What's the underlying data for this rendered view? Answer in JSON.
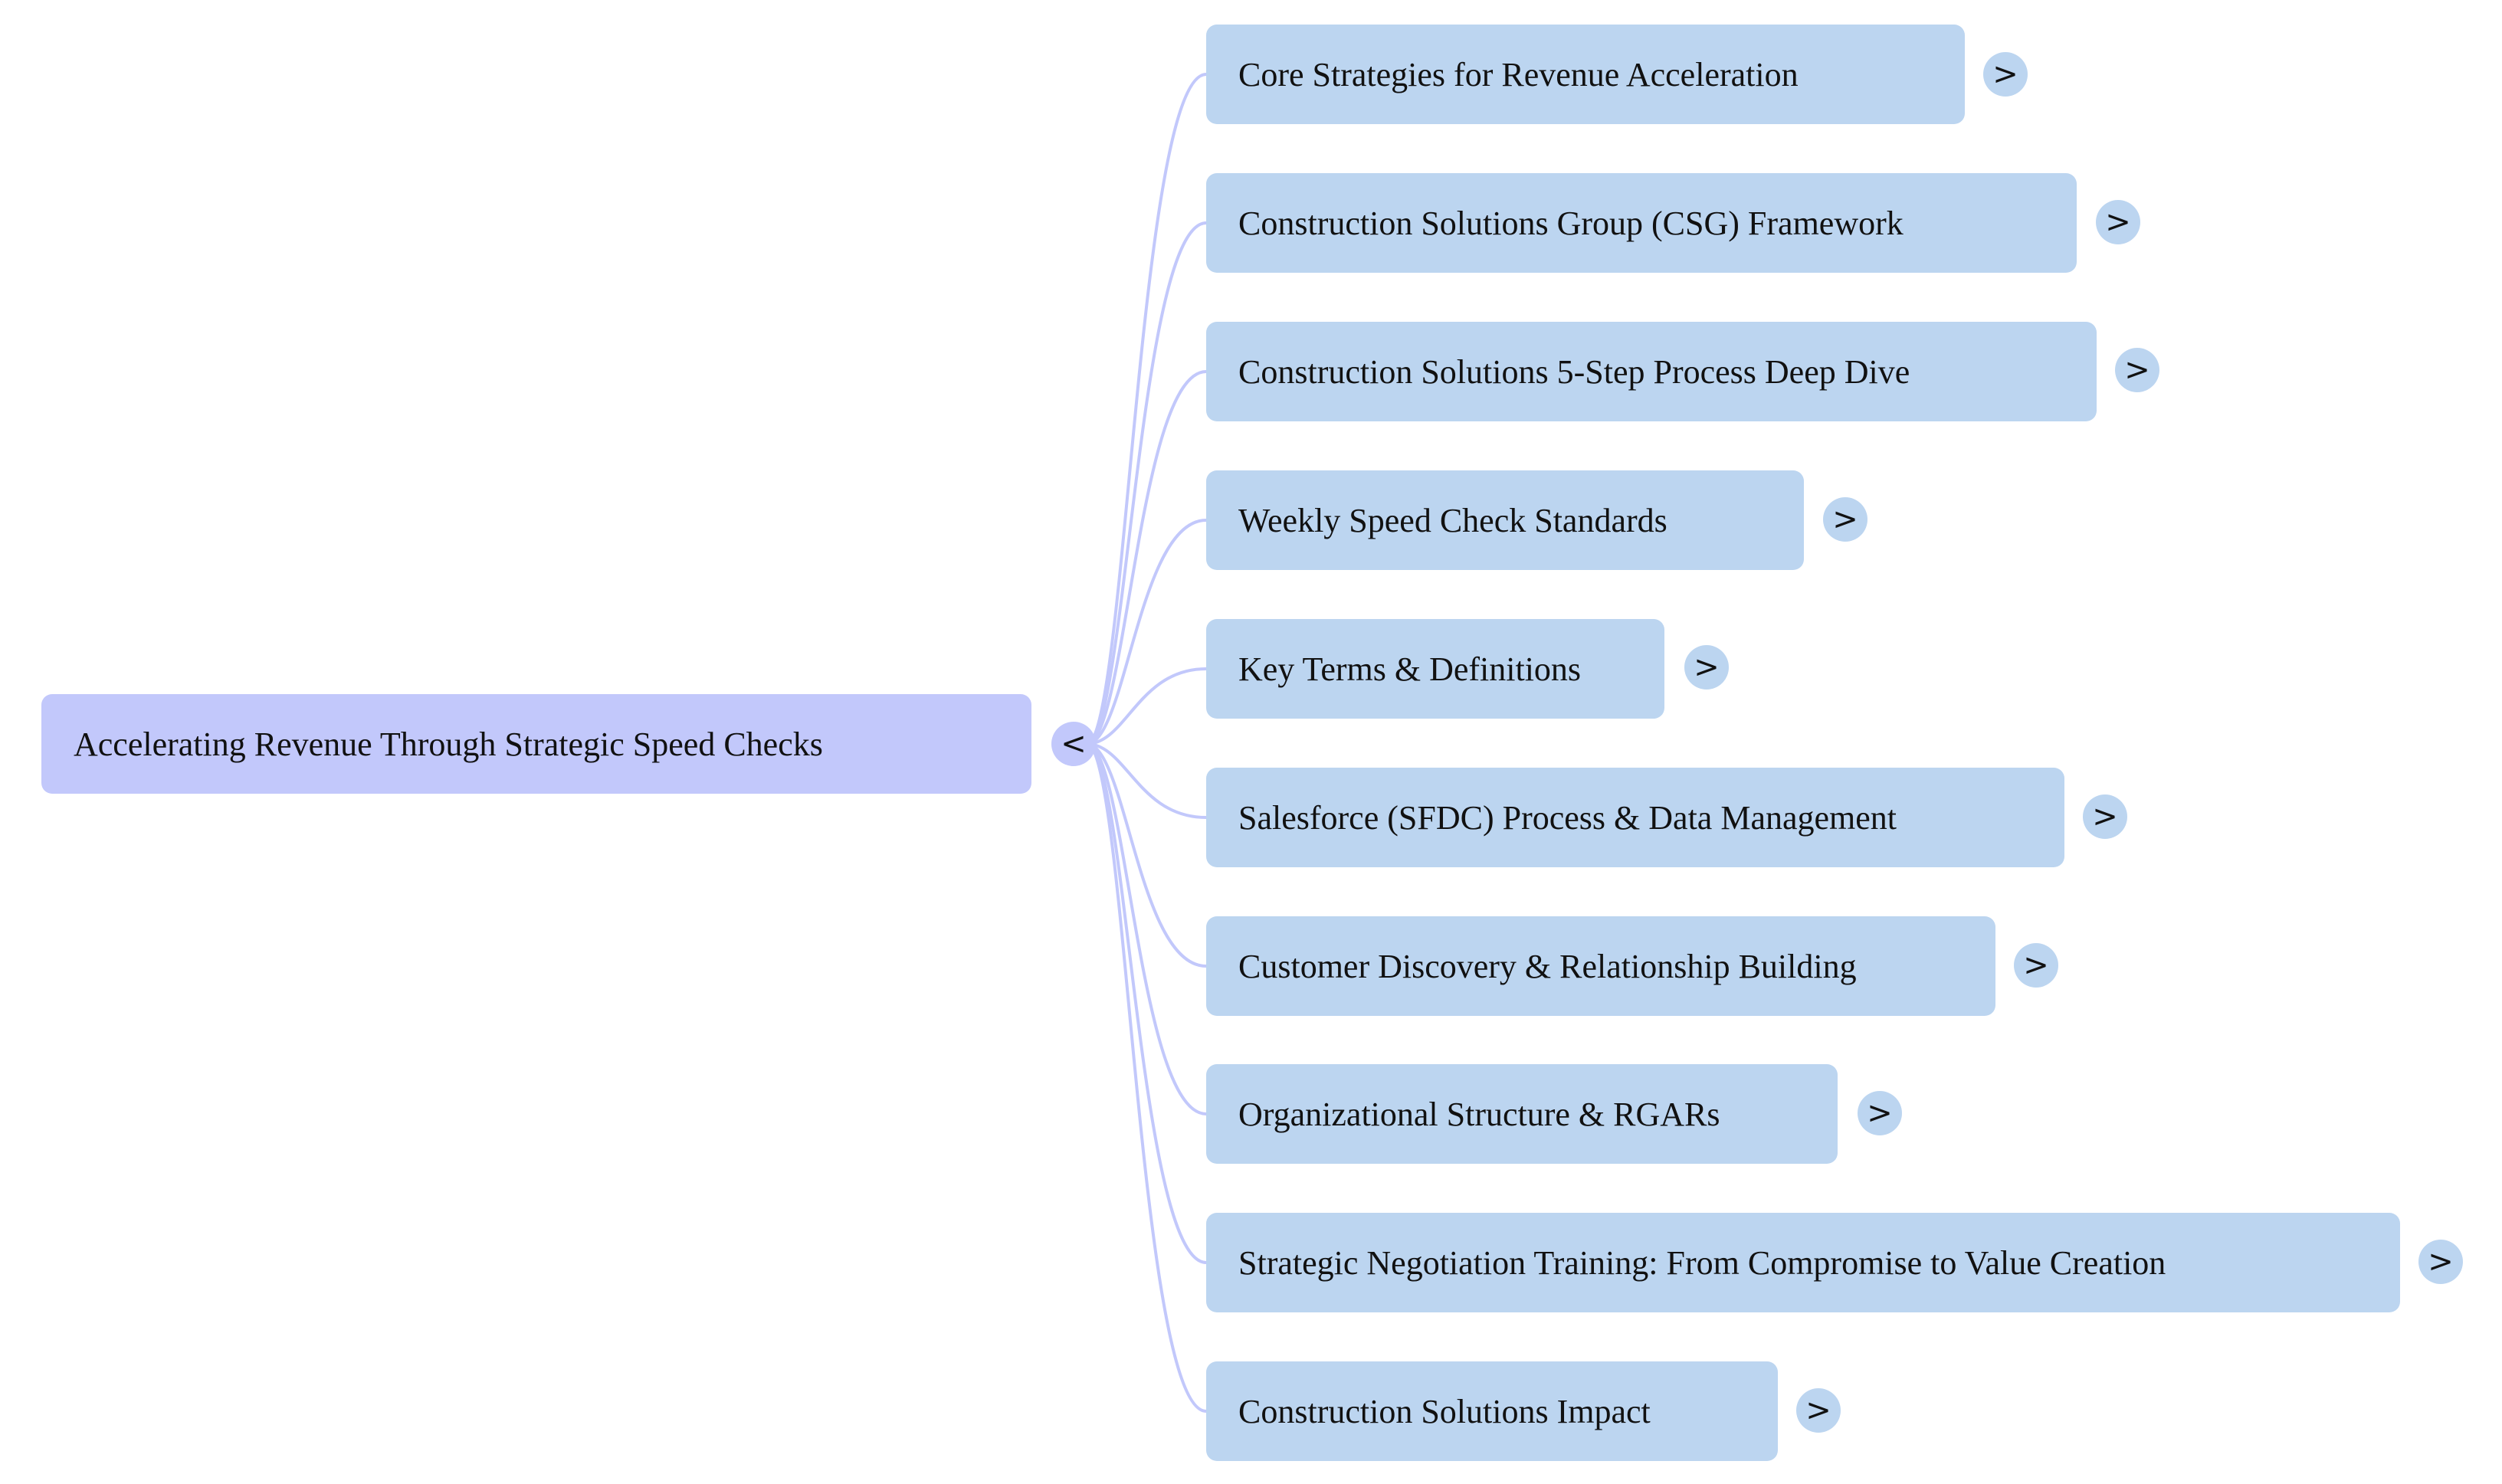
{
  "mindmap": {
    "root": {
      "label": "Accelerating Revenue Through Strategic Speed Checks",
      "toggle_glyph": "<"
    },
    "children": [
      {
        "label": "Core Strategies for Revenue Acceleration",
        "toggle_glyph": ">"
      },
      {
        "label": "Construction Solutions Group (CSG) Framework",
        "toggle_glyph": ">"
      },
      {
        "label": "Construction Solutions 5-Step Process Deep Dive",
        "toggle_glyph": ">"
      },
      {
        "label": "Weekly Speed Check Standards",
        "toggle_glyph": ">"
      },
      {
        "label": "Key Terms & Definitions",
        "toggle_glyph": ">"
      },
      {
        "label": "Salesforce (SFDC) Process & Data Management",
        "toggle_glyph": ">"
      },
      {
        "label": "Customer Discovery & Relationship Building",
        "toggle_glyph": ">"
      },
      {
        "label": "Organizational Structure & RGARs",
        "toggle_glyph": ">"
      },
      {
        "label": "Strategic Negotiation Training: From Compromise to Value Creation",
        "toggle_glyph": ">"
      },
      {
        "label": "Construction Solutions Impact",
        "toggle_glyph": ">"
      }
    ],
    "colors": {
      "root_fill": "#c2c8fb",
      "child_fill": "#bcd5f0",
      "connector": "#c2c8fb"
    }
  }
}
